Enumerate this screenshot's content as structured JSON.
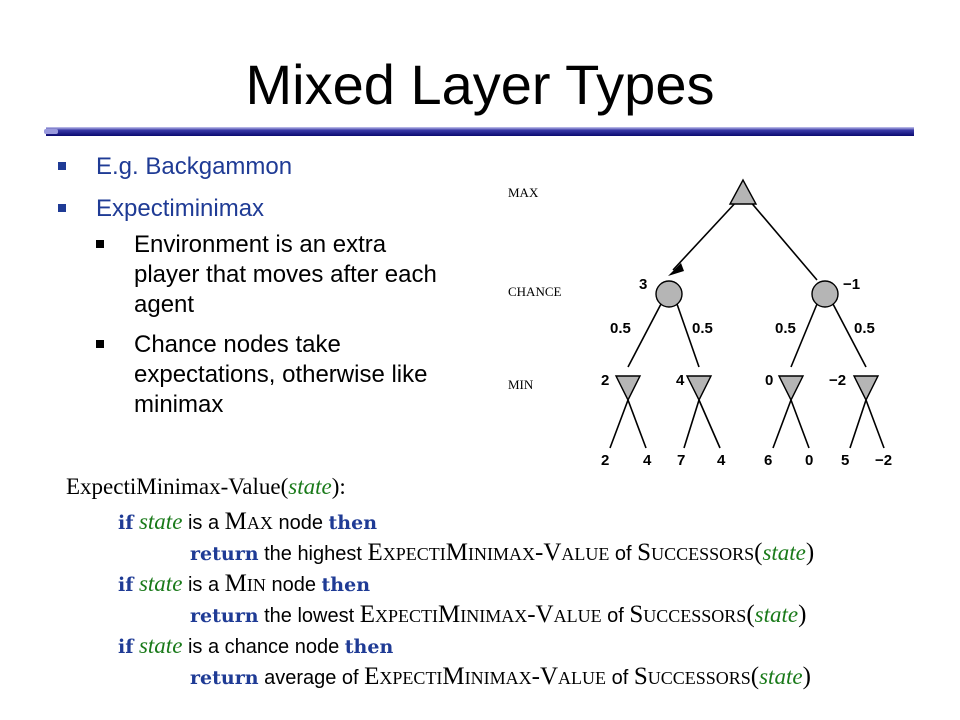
{
  "title": "Mixed Layer Types",
  "bullets": [
    {
      "text": "E.g. Backgammon"
    },
    {
      "text": "Expectiminimax",
      "sub": [
        {
          "text": "Environment is an extra player that moves after each agent"
        },
        {
          "text": "Chance nodes take expectations, otherwise like minimax"
        }
      ]
    }
  ],
  "tree": {
    "level_labels": [
      "MAX",
      "CHANCE",
      "MIN"
    ],
    "chance_values": [
      "3",
      "−1"
    ],
    "probabilities": [
      "0.5",
      "0.5",
      "0.5",
      "0.5"
    ],
    "min_values": [
      "2",
      "4",
      "0",
      "−2"
    ],
    "leaves": [
      "2",
      "4",
      "7",
      "4",
      "6",
      "0",
      "5",
      "−2"
    ]
  },
  "function_header": {
    "name": "ExpectiMinimax-Value(",
    "arg": "state",
    "close": "):"
  },
  "code": {
    "if": "if",
    "then": "then",
    "return": "return",
    "state": "state",
    "is_a": "is a",
    "is_a_chance_node": "is a chance node",
    "node": "node",
    "max": "Max",
    "min": "Min",
    "the_highest": "the highest",
    "the_lowest": "the lowest",
    "average_of": "average of",
    "func": "ExpectiMinimax-Value",
    "of": "of",
    "successors": "Successors",
    "open_paren": "(",
    "close_paren": ")"
  }
}
